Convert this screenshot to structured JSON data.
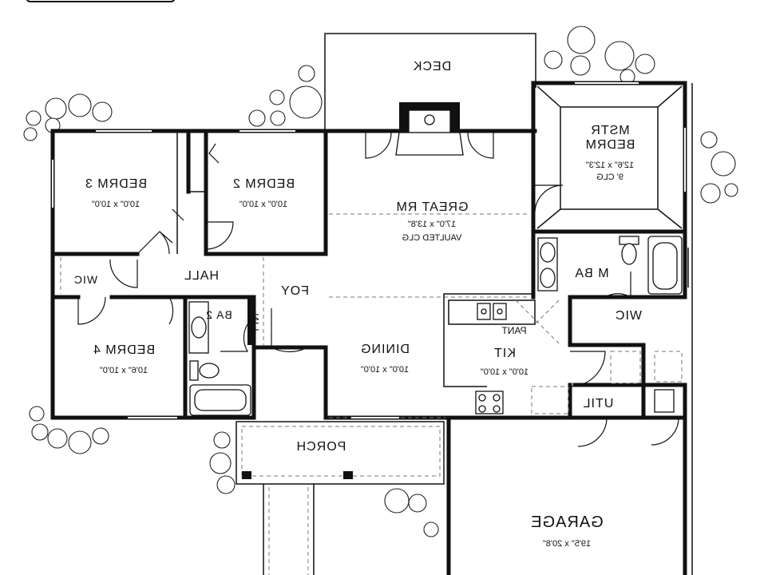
{
  "rooms": {
    "deck": {
      "name": "DECK"
    },
    "mstr_bedrm": {
      "name_line1": "MSTR",
      "name_line2": "BEDRM",
      "dims": "12'6\" x 12'3\"",
      "note": "9' CLG"
    },
    "bedrm3": {
      "name": "BEDRM 3",
      "dims": "10'0\" x 10'0\""
    },
    "bedrm2": {
      "name": "BEDRM 2",
      "dims": "10'0\" x 10'0\""
    },
    "great_rm": {
      "name": "GREAT RM",
      "dims": "17'0\" x 13'8\"",
      "note": "VAULTED CLG"
    },
    "wic_left": {
      "name": "WIC"
    },
    "hall": {
      "name": "HALL"
    },
    "foy": {
      "name": "FOY"
    },
    "m_ba": {
      "name": "M BA"
    },
    "wic_right": {
      "name": "WIC"
    },
    "ba2": {
      "name": "BA 2"
    },
    "lin": {
      "name": "LIN"
    },
    "pant": {
      "name": "PANT"
    },
    "bedrm4": {
      "name": "BEDRM 4",
      "dims": "10'6\" x 10'0\""
    },
    "dining": {
      "name": "DINING",
      "dims": "10'0\" x 10'0\""
    },
    "kit": {
      "name": "KIT",
      "dims": "10'0\" x 10'0\""
    },
    "util": {
      "name": "UTIL"
    },
    "porch": {
      "name": "PORCH"
    },
    "garage": {
      "name": "GARAGE",
      "dims": "19'5\" x 20'8\""
    }
  }
}
